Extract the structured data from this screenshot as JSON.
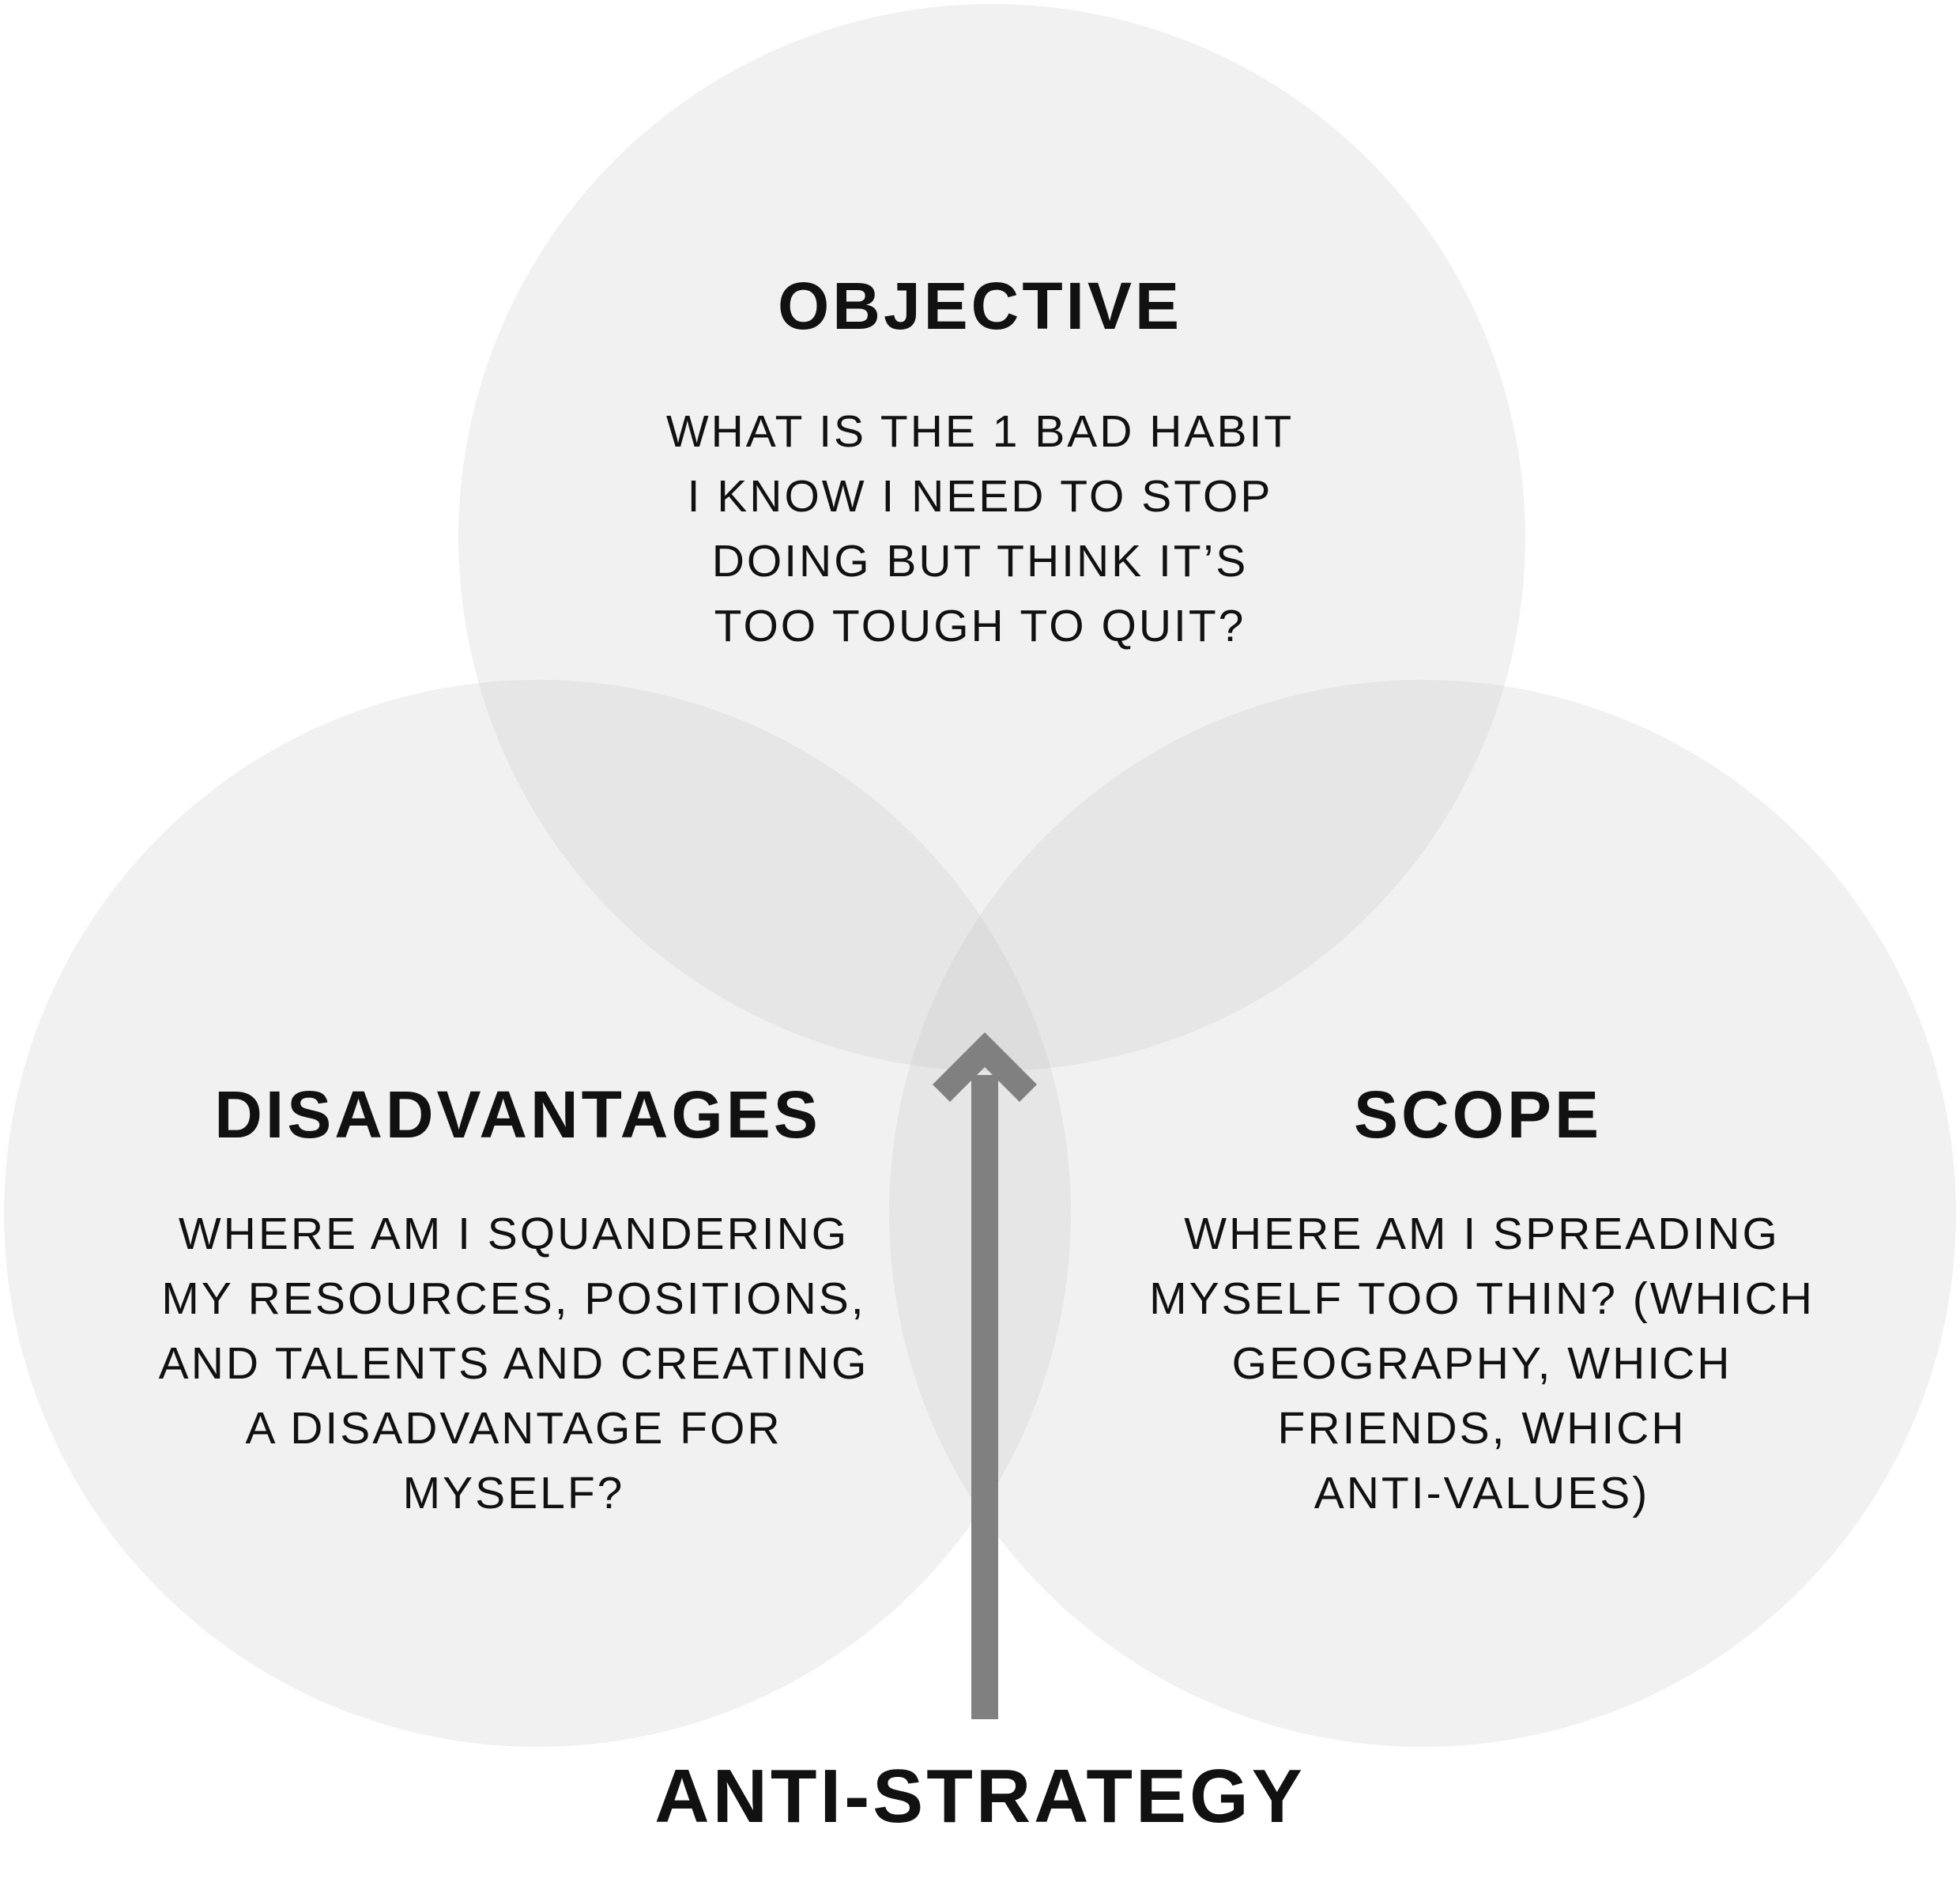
{
  "diagram": {
    "colors": {
      "circle_fill": "#bebebe",
      "overlap_tone": "light gray, semi-transparent",
      "arrow": "#808080",
      "text": "#111111"
    },
    "circles": [
      {
        "id": "objective",
        "title": "OBJECTIVE",
        "lines": [
          "WHAT IS THE 1 BAD HABIT",
          "I KNOW I NEED TO STOP",
          "DOING BUT THINK IT’S",
          "TOO TOUGH TO QUIT?"
        ]
      },
      {
        "id": "disadvantages",
        "title": "DISADVANTAGES",
        "lines": [
          "WHERE AM I SQUANDERING",
          "MY RESOURCES, POSITIONS,",
          "AND TALENTS AND CREATING",
          "A DISADVANTAGE FOR",
          "MYSELF?"
        ]
      },
      {
        "id": "scope",
        "title": "SCOPE",
        "lines": [
          "WHERE AM I SPREADING",
          "MYSELF TOO THIN? (WHICH",
          "GEOGRAPHY, WHICH",
          "FRIENDS, WHICH",
          "ANTI-VALUES)"
        ]
      }
    ],
    "center_label": "ANTI-STRATEGY",
    "center_arrow_icon": "arrow-up-icon"
  }
}
